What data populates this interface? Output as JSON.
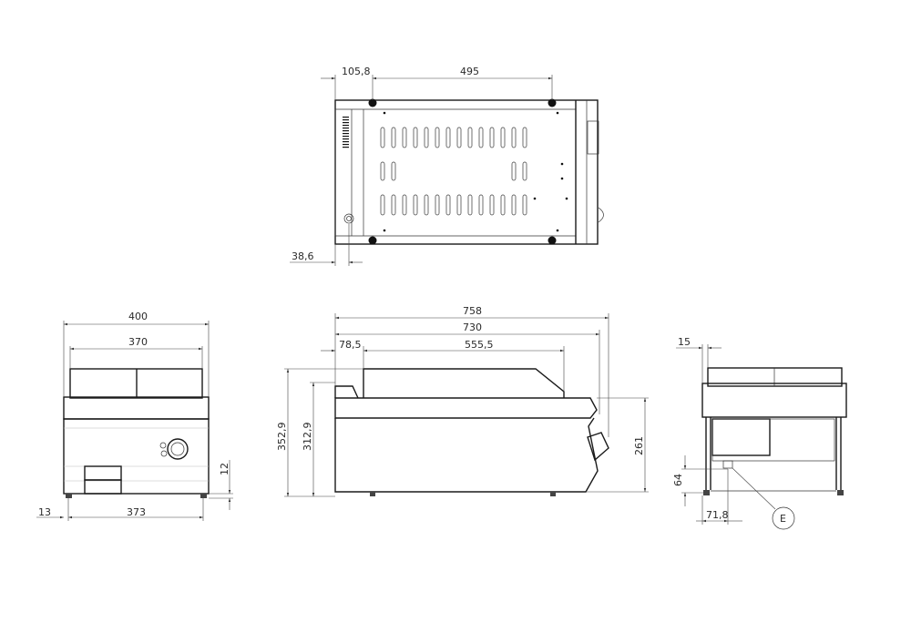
{
  "drawing": {
    "title": "Technical dimension drawing - countertop griddle",
    "views": {
      "top_view": {
        "dimensions": {
          "left_offset": "105,8",
          "foot_spacing": "495",
          "valve_offset": "38,6"
        }
      },
      "front_view": {
        "dimensions": {
          "overall_width": "400",
          "plate_width": "370",
          "foot_height": "12",
          "foot_inset": "13",
          "foot_spacing": "373"
        }
      },
      "side_view": {
        "dimensions": {
          "overall_depth": "758",
          "body_depth": "730",
          "plate_offset": "78,5",
          "plate_depth": "555,5",
          "overall_height": "352,9",
          "body_height": "312,9",
          "knob_height": "261"
        }
      },
      "rear_view": {
        "dimensions": {
          "plate_overhang": "15",
          "connection_height": "64",
          "connection_offset": "71,8"
        },
        "callout": "E"
      }
    },
    "colors": {
      "line": "#1a1a1a",
      "dimension": "#444444",
      "background": "#ffffff"
    }
  }
}
